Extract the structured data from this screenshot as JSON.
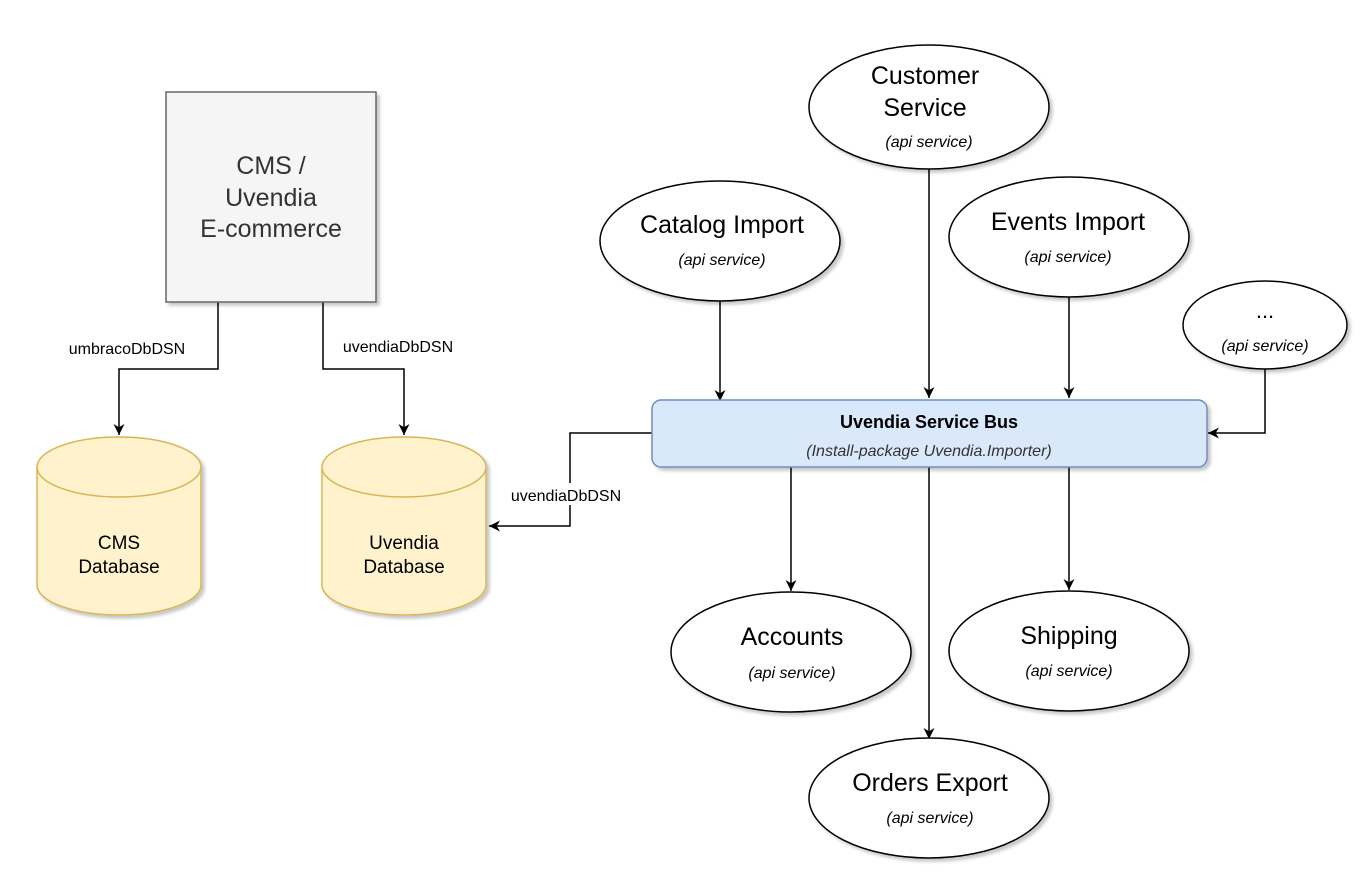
{
  "colors": {
    "cms_fill": "#f5f5f5",
    "cms_stroke": "#666666",
    "db_fill": "#fff2cc",
    "db_stroke": "#d6b656",
    "bus_fill": "#dae8fc",
    "bus_stroke": "#6c8ebf"
  },
  "cms": {
    "lines": [
      "CMS /",
      "Uvendia",
      "E-commerce"
    ]
  },
  "databases": {
    "cms": {
      "lines": [
        "CMS",
        "Database"
      ]
    },
    "uvendia": {
      "lines": [
        "Uvendia",
        "Database"
      ]
    }
  },
  "edge_labels": {
    "umbraco": "umbracoDbDSN",
    "uvendia_cms": "uvendiaDbDSN",
    "uvendia_bus": "uvendiaDbDSN"
  },
  "bus": {
    "title": "Uvendia Service Bus",
    "subtitle": "(Install-package Uvendia.Importer)"
  },
  "services": {
    "customer": {
      "lines": [
        "Customer",
        "Service"
      ],
      "subtitle": "(api service)"
    },
    "catalog": {
      "lines": [
        "Catalog Import"
      ],
      "subtitle": "(api service)"
    },
    "events": {
      "lines": [
        "Events Import"
      ],
      "subtitle": "(api service)"
    },
    "more": {
      "lines": [
        "..."
      ],
      "subtitle": "(api service)"
    },
    "accounts": {
      "lines": [
        "Accounts"
      ],
      "subtitle": "(api service)"
    },
    "shipping": {
      "lines": [
        "Shipping"
      ],
      "subtitle": "(api service)"
    },
    "orders": {
      "lines": [
        "Orders Export"
      ],
      "subtitle": "(api service)"
    }
  }
}
